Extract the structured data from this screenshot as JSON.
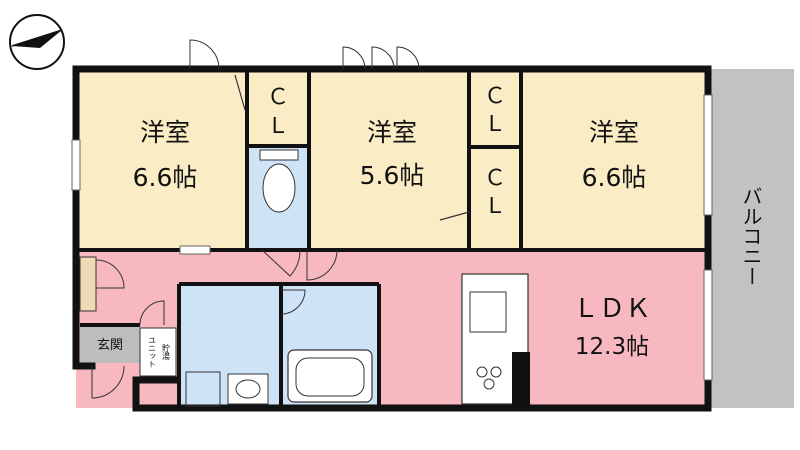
{
  "rooms": {
    "western_left": {
      "name": "洋室",
      "size": "6.6帖"
    },
    "western_center": {
      "name": "洋室",
      "size": "5.6帖"
    },
    "western_right": {
      "name": "洋室",
      "size": "6.6帖"
    },
    "ldk": {
      "name": "ＬＤＫ",
      "size": "12.3帖"
    },
    "cl_1": {
      "line1": "Ｃ",
      "line2": "Ｌ"
    },
    "cl_2": {
      "line1": "Ｃ",
      "line2": "Ｌ"
    },
    "cl_3": {
      "line1": "Ｃ",
      "line2": "Ｌ"
    },
    "balcony": {
      "label": "バルコニー"
    },
    "entrance": {
      "label": "玄関"
    },
    "water_heater": {
      "line1": "貯湯",
      "line2": "ユニット"
    }
  },
  "colors": {
    "western": "#faedc6",
    "ldk": "#f7b9bf",
    "wet_area": "#cfe3f7",
    "balcony": "#c2c2c2",
    "entrance": "#bdbdbd",
    "wall": "#111111"
  }
}
